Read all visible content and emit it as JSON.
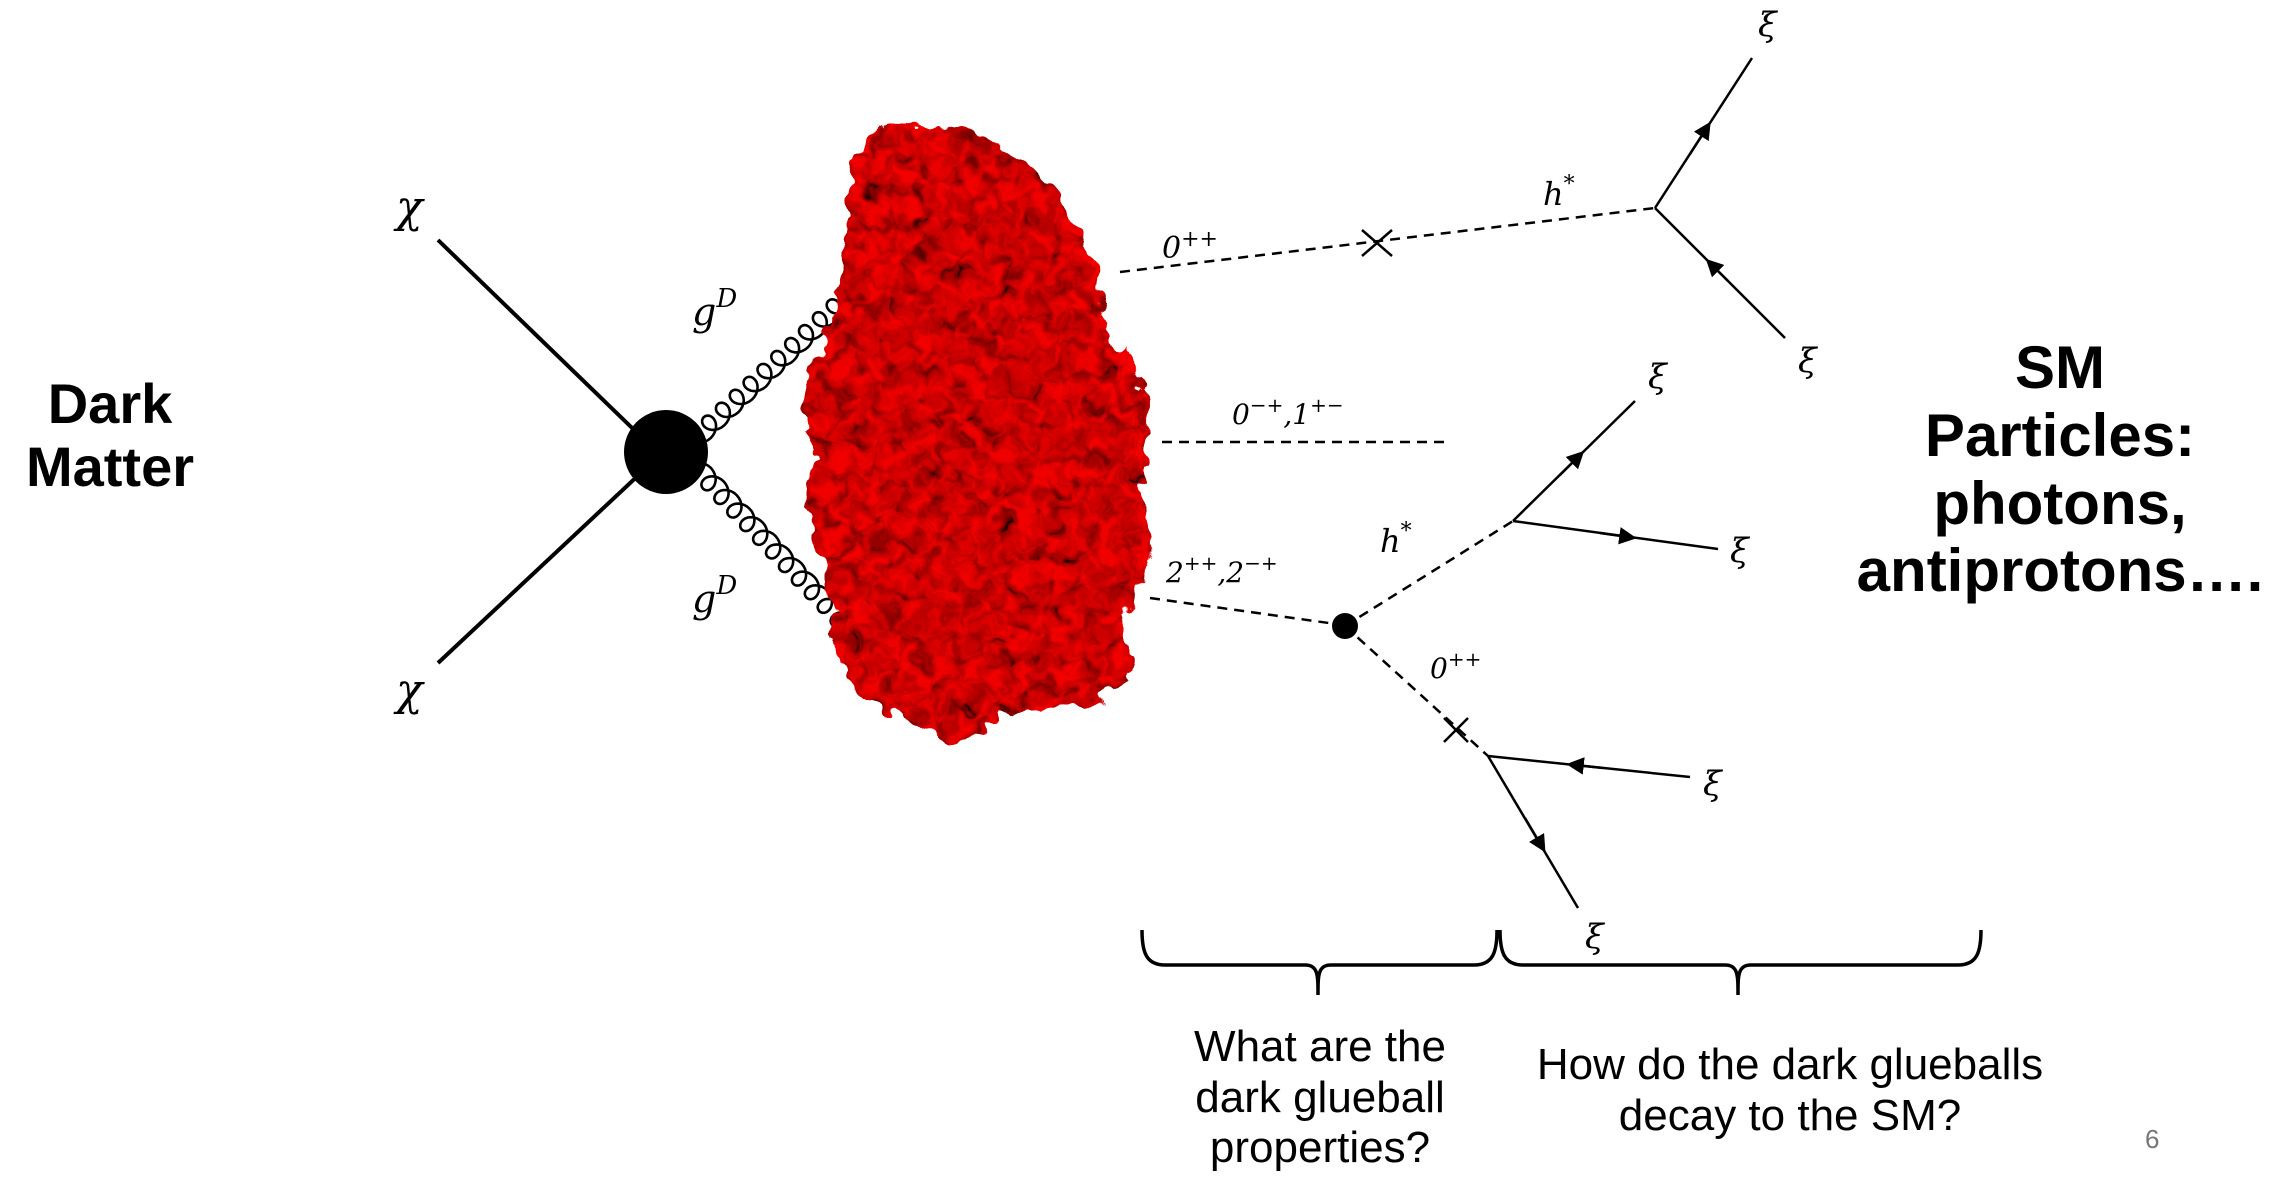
{
  "left_title": [
    "Dark",
    "Matter"
  ],
  "right_title": [
    "SM",
    "Particles:",
    "photons,",
    "antiprotons…."
  ],
  "labels": {
    "chi": "χ",
    "gD_base": "g",
    "gD_sup": "D",
    "xi": "ξ",
    "h_base": "h",
    "h_sup": "*",
    "s_0pp_base": "0",
    "s_0pp_sup": "++",
    "s_0m": "0",
    "s_0m_sup": "−+",
    "s_sep": ",",
    "s_1pm": "1",
    "s_1pm_sup": "+−",
    "s_2pp": "2",
    "s_2pp_sup": "++",
    "s_2mp": "2",
    "s_2mp_sup": "−+"
  },
  "questions": {
    "properties": [
      "What are the",
      "dark glueball",
      "properties?"
    ],
    "decay": [
      "How do the dark glueballs",
      "decay to the SM?"
    ]
  },
  "page_number": "6",
  "colors": {
    "blob_dark": "#5a0000",
    "blob_mid": "#a00000",
    "blob_bright": "#e01010"
  }
}
